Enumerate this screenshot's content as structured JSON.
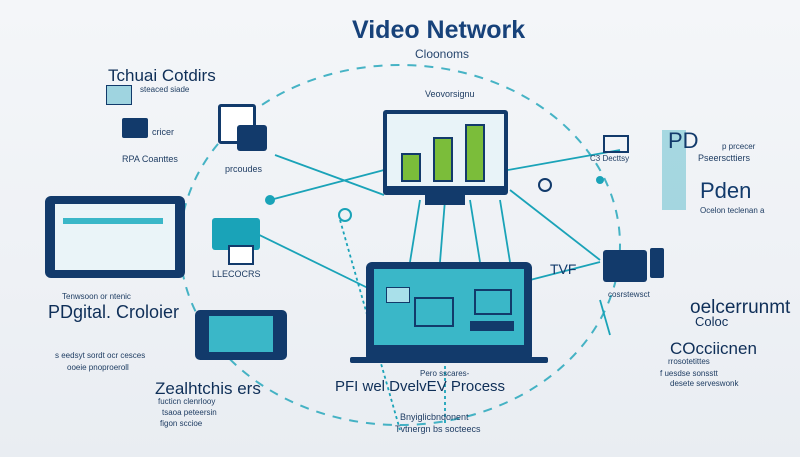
{
  "header": {
    "title": "Video Network",
    "subtitle": "Cloonoms"
  },
  "topleft": {
    "title": "Tchuai Cotdirs",
    "note": "steaced siade",
    "label_a": "cricer",
    "label_b": "RPA Coanttes",
    "products": "prcoudes"
  },
  "center": {
    "monitor_label": "Veovorsignu",
    "bars": [
      0.45,
      0.7,
      0.9
    ],
    "laptop_caption_small": "Pero sscares-",
    "laptop_caption": "PFI wel DvelvEV Process",
    "bottom_line1": "Bnyiglicbndonent",
    "bottom_line2": "Tvtnergn bs socteecs"
  },
  "left": {
    "small_label": "Tenwsoon or ntenic",
    "title": "PDgital. Croloier",
    "video_label": "LLECOCRS",
    "note1": "s eedsyt sordt ocr cesces",
    "note2": "ooeie pnoproeroll",
    "title2": "Zealhtchis ers",
    "note3": "fucticn clenrlooy",
    "note4": "tsaoa peteersin",
    "note5": "figon sccioe"
  },
  "right": {
    "p_letters": "PD",
    "p_note1": "p prcecer",
    "p_note2": "Pseerscttiers",
    "small_label": "C3 Decttsy",
    "open_title": "Pden",
    "open_note": "Ocelon teclenan a",
    "tv_badge": "TVF",
    "tv_label": "cosrstewsct",
    "title1": "oelcerrunmt",
    "title2": "Coloc",
    "title3": "COcciicnen",
    "note1": "rrosotetittes",
    "note2": "f uesdse sonsstt",
    "note3": "desete serveswonk"
  },
  "colors": {
    "navy": "#123a6b",
    "teal": "#1aa3b8",
    "green": "#7bbd3a"
  }
}
